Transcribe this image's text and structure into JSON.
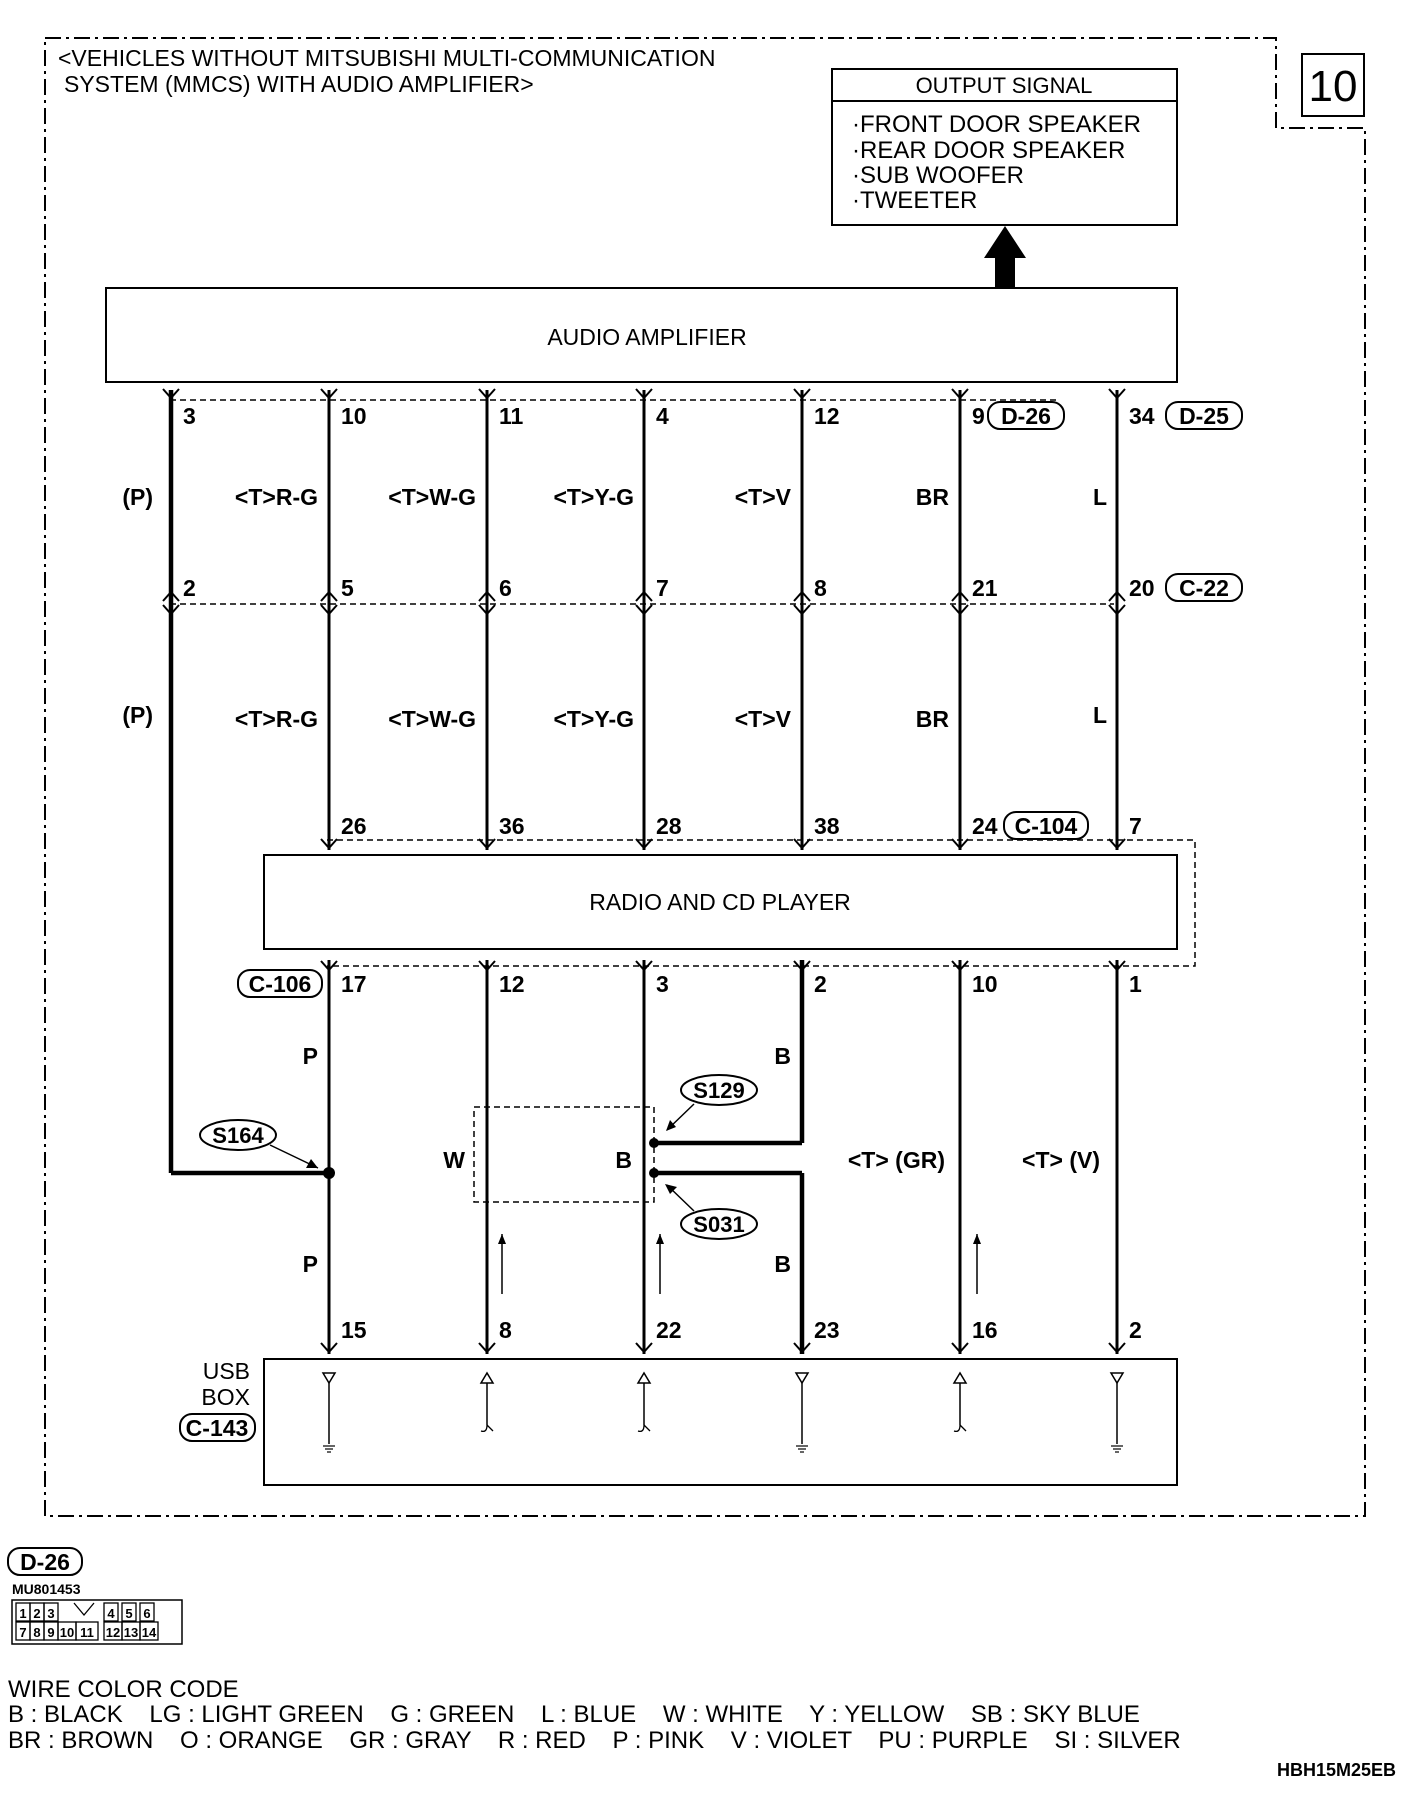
{
  "header": {
    "title_line1": "<VEHICLES WITHOUT MITSUBISHI MULTI-COMMUNICATION",
    "title_line2": "SYSTEM (MMCS) WITH AUDIO AMPLIFIER>",
    "page_number": "10"
  },
  "output_signal": {
    "title": "OUTPUT SIGNAL",
    "items": [
      "·FRONT DOOR SPEAKER",
      "·REAR DOOR SPEAKER",
      "·SUB WOOFER",
      "·TWEETER"
    ]
  },
  "components": {
    "amplifier": "AUDIO AMPLIFIER",
    "radio": "RADIO AND CD PLAYER",
    "usb_line1": "USB",
    "usb_line2": "BOX"
  },
  "connectors": {
    "amp_d26": "D-26",
    "amp_d25": "D-25",
    "inline_c22": "C-22",
    "radio_c104": "C-104",
    "radio_c106": "C-106",
    "usb_c143": "C-143"
  },
  "upper_wires": [
    {
      "amp_pin": "3",
      "inline_pin": "2",
      "radio_pin": "",
      "color": "(P)"
    },
    {
      "amp_pin": "10",
      "inline_pin": "5",
      "radio_pin": "26",
      "color": "<T>R-G"
    },
    {
      "amp_pin": "11",
      "inline_pin": "6",
      "radio_pin": "36",
      "color": "<T>W-G"
    },
    {
      "amp_pin": "4",
      "inline_pin": "7",
      "radio_pin": "28",
      "color": "<T>Y-G"
    },
    {
      "amp_pin": "12",
      "inline_pin": "8",
      "radio_pin": "38",
      "color": "<T>V"
    },
    {
      "amp_pin": "9",
      "inline_pin": "21",
      "radio_pin": "24",
      "color": "BR"
    },
    {
      "amp_pin": "34",
      "inline_pin": "20",
      "radio_pin": "7",
      "color": "L"
    }
  ],
  "lower_wires": [
    {
      "radio_pin": "17",
      "usb_pin": "15",
      "color_top": "P",
      "color_bottom": "P"
    },
    {
      "radio_pin": "12",
      "usb_pin": "8",
      "color": "W"
    },
    {
      "radio_pin": "3",
      "usb_pin": "22",
      "color": "B"
    },
    {
      "radio_pin": "2",
      "usb_pin": "23",
      "color_top": "B",
      "color_bottom": "B"
    },
    {
      "radio_pin": "10",
      "usb_pin": "16",
      "color": "<T> (GR)"
    },
    {
      "radio_pin": "1",
      "usb_pin": "2",
      "color": "<T> (V)"
    }
  ],
  "splices": {
    "s164": "S164",
    "s129": "S129",
    "s031": "S031"
  },
  "connector_view": {
    "label": "D-26",
    "part_number": "MU801453",
    "row1": [
      "1",
      "2",
      "3",
      "",
      "4",
      "5",
      "6"
    ],
    "row2": [
      "7",
      "8",
      "9",
      "10",
      "11",
      "12",
      "13",
      "14"
    ]
  },
  "legend": {
    "title": "WIRE COLOR CODE",
    "line1": "B : BLACK    LG : LIGHT GREEN    G : GREEN    L : BLUE    W : WHITE    Y : YELLOW    SB : SKY BLUE",
    "line2": "BR : BROWN    O : ORANGE    GR : GRAY    R : RED    P : PINK    V : VIOLET    PU : PURPLE    SI : SILVER"
  },
  "footer_code": "HBH15M25EB"
}
